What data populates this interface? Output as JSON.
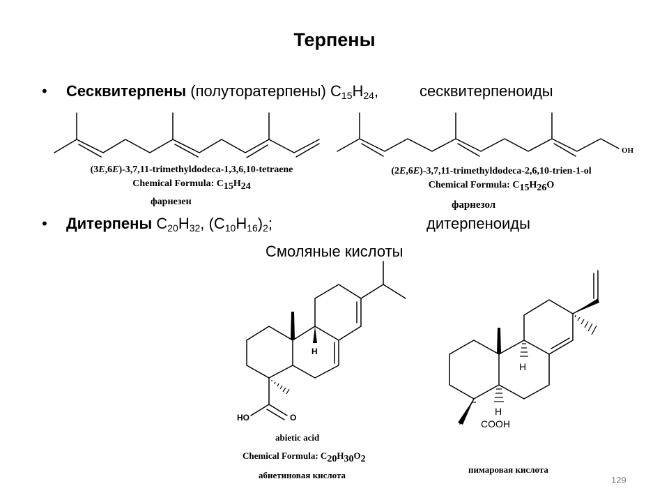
{
  "slide": {
    "title": "Терпены",
    "page_number": "129"
  },
  "bullets": {
    "sesqui": {
      "name": "Сесквитерпены",
      "rest_prefix": " (полуторатерпены) С",
      "sub1": "15",
      "mid": "Н",
      "sub2": "24",
      "tail": ",",
      "right_label": "сесквитерпеноиды"
    },
    "diterp": {
      "name": "Дитерпены",
      "rest_prefix": " С",
      "sub1": "20",
      "mid1": "Н",
      "sub2": "32",
      "mid2": ", (С",
      "sub3": "10",
      "mid3": "Н",
      "sub4": "16",
      "mid4": ")",
      "sub5": "2",
      "tail": ";",
      "right_label": "дитерпеноиды"
    },
    "resin_acids_label": "Смоляные кислоты"
  },
  "farnesene": {
    "iupac_pre": "(3",
    "iupac_e1": "E",
    "iupac_mid": ",6",
    "iupac_e2": "E",
    "iupac_post": ")-3,7,11-trimethyldodeca-1,3,6,10-tetraene",
    "formula_prefix": "Chemical Formula: C",
    "formula_sub1": "15",
    "formula_mid": "H",
    "formula_sub2": "24",
    "formula_tail": "",
    "name_ru": "фарнезен"
  },
  "farnesol": {
    "iupac_pre": "(2",
    "iupac_e1": "E",
    "iupac_mid": ",6",
    "iupac_e2": "E",
    "iupac_post": ")-3,7,11-trimethyldodeca-2,6,10-trien-1-ol",
    "formula_prefix": "Chemical Formula: C",
    "formula_sub1": "15",
    "formula_mid": "H",
    "formula_sub2": "26",
    "formula_tail": "O",
    "name_ru": "фарнезол",
    "oh_label": "OH"
  },
  "abietic": {
    "name_en": "abietic acid",
    "formula_prefix": "Chemical Formula: C",
    "formula_sub1": "20",
    "formula_mid": "H",
    "formula_sub2": "30",
    "formula_mid2": "O",
    "formula_sub3": "2",
    "name_ru": "абиетиновая кислота",
    "ho_label": "HO",
    "o_label": "O",
    "h_label": "H"
  },
  "pimaric": {
    "name_ru": "пимаровая кислота",
    "cooh_label": "COOH",
    "h_label": "H"
  }
}
